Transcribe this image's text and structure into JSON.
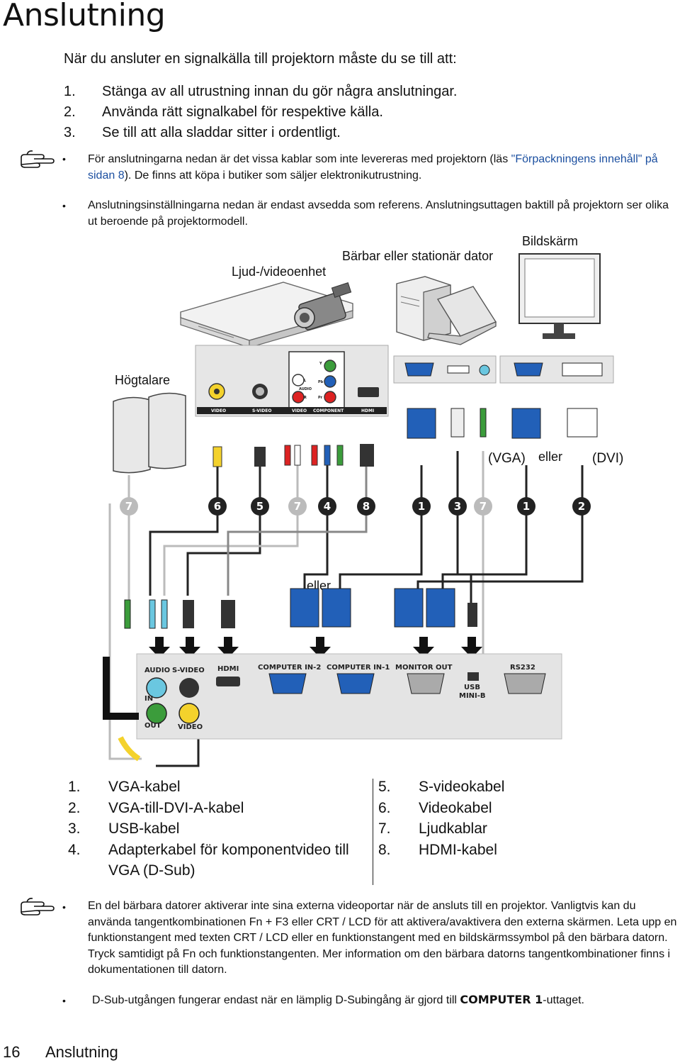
{
  "page": {
    "title": "Anslutning",
    "intro": "När du ansluter en signalkälla till projektorn måste du se till att:",
    "steps": [
      {
        "num": "1.",
        "text": "Stänga av all utrustning innan du gör några anslutningar."
      },
      {
        "num": "2.",
        "text": "Använda rätt signalkabel för respektive källa."
      },
      {
        "num": "3.",
        "text": "Se till att alla sladdar sitter i ordentligt."
      }
    ],
    "notes": {
      "n1_a": "För anslutningarna nedan är det vissa kablar som inte levereras med projektorn (läs ",
      "n1_link": "\"Förpackningens innehåll\" på sidan 8",
      "n1_b": "). De finns att köpa i butiker som säljer elektronikutrustning.",
      "n2": "Anslutningsinställningarna nedan är endast avsedda som referens. Anslutningsuttagen baktill på projektorn ser olika ut beroende på projektormodell."
    },
    "bullet": "•",
    "diagram": {
      "labels": {
        "monitor": "Bildskärm",
        "computer": "Bärbar eller stationär dator",
        "av": "Ljud-/videoenhet",
        "speakers": "Högtalare",
        "vga": "(VGA)",
        "or1": "eller",
        "dvi": "(DVI)",
        "or2": "eller"
      },
      "markers": [
        "7",
        "6",
        "5",
        "7",
        "4",
        "8",
        "1",
        "3",
        "7",
        "1",
        "2"
      ],
      "av_ports": [
        "VIDEO",
        "S-VIDEO",
        "VIDEO",
        "COMPONENT",
        "HDMI"
      ],
      "av_small": {
        "y": "Y",
        "pb": "Pb",
        "pr": "Pr",
        "audio": "AUDIO",
        "l": "L",
        "r": "R"
      },
      "projector_ports": {
        "audio": "AUDIO",
        "svideo": "S-VIDEO",
        "hdmi": "HDMI",
        "comp2": "COMPUTER IN-2",
        "comp1": "COMPUTER IN-1",
        "monitor_out": "MONITOR OUT",
        "usb1": "USB",
        "usb2": "MINI-B",
        "rs232": "RS232",
        "in": "IN",
        "out": "OUT",
        "video": "VIDEO"
      }
    },
    "legend_left": [
      {
        "num": "1.",
        "text": "VGA-kabel"
      },
      {
        "num": "2.",
        "text": "VGA-till-DVI-A-kabel"
      },
      {
        "num": "3.",
        "text": "USB-kabel"
      },
      {
        "num": "4.",
        "text": "Adapterkabel för komponentvideo till"
      },
      {
        "num": "",
        "text": "VGA (D-Sub)"
      }
    ],
    "legend_right": [
      {
        "num": "5.",
        "text": "S-videokabel"
      },
      {
        "num": "6.",
        "text": "Videokabel"
      },
      {
        "num": "7.",
        "text": "Ljudkablar"
      },
      {
        "num": "8.",
        "text": "HDMI-kabel"
      }
    ],
    "bottom_notes": {
      "n1": "En del bärbara datorer aktiverar inte sina externa videoportar när de ansluts till en projektor. Vanligtvis kan du använda tangentkombinationen Fn + F3 eller CRT / LCD för att aktivera/avaktivera den externa skärmen. Leta upp en funktionstangent med texten CRT / LCD eller en funktionstangent med en bildskärmssymbol på den bärbara datorn. Tryck samtidigt på Fn och funktionstangenten. Mer information om den bärbara datorns tangentkombinationer finns i dokumentationen till datorn.",
      "n2_a": "D-Sub-utgången fungerar endast när en lämplig D-Subingång är gjord till ",
      "n2_bold": "COMPUTER 1",
      "n2_b": "-uttaget."
    },
    "footer": {
      "page": "16",
      "title": "Anslutning"
    }
  }
}
